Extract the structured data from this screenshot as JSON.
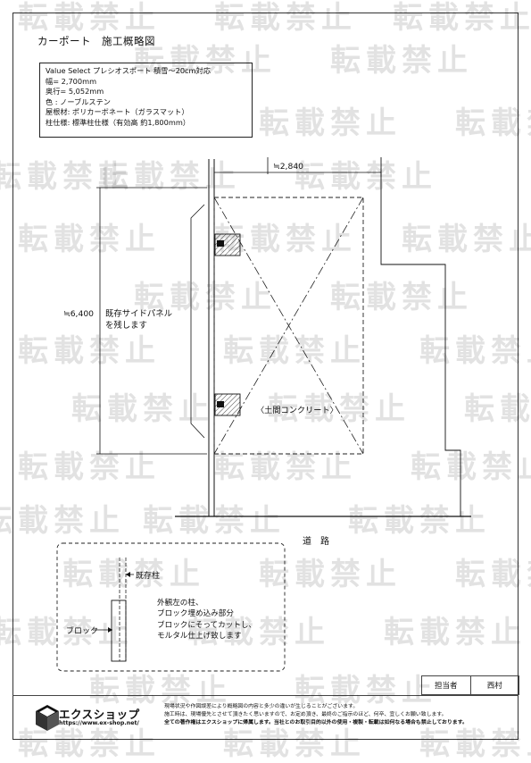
{
  "title": "カーポート　施工概略図",
  "specs": [
    "Value Select プレシオスポート 積雪〜20cm対応",
    "幅= 2,700mm",
    "奥行= 5,052mm",
    "色 :  ノーブルステン",
    "屋根材:  ポリカーボネート（ガラスマット）",
    "柱仕様:  標準柱仕様（有効高 約1,800mm）"
  ],
  "dims": {
    "width_top": "≒2,840",
    "height_left": "≒6,400"
  },
  "labels": {
    "side_panel": [
      "既存サイドパネル",
      "を残します"
    ],
    "concrete": "〈土間コンクリート〉",
    "road": "道　路",
    "existing_post": "既存柱",
    "block": "ブロック"
  },
  "detail_note": [
    "外観左の柱、",
    "ブロック埋め込み部分",
    "ブロックにそってカットし、",
    "モルタル仕上げ致します"
  ],
  "footer": {
    "staff_label": "担当者",
    "staff_name": "西村",
    "logo_text": "エクスショップ",
    "logo_url": "https://www.ex-shop.net/",
    "disclaimer": [
      "現場状況や作図誤差により概略図の内容と多少の違いが生じることがございます。",
      "施工時は、現場優先とさせて頂きたく思いますので、お定め頂き、最終のご指示のほど、何卒、宜しくお願い致します。",
      "全ての著作権はエクスショップに帰属します。当社とのお取引目的以外の使用・複製・転載は如何なる場合も禁止しております。"
    ]
  },
  "watermark": "転載禁止"
}
